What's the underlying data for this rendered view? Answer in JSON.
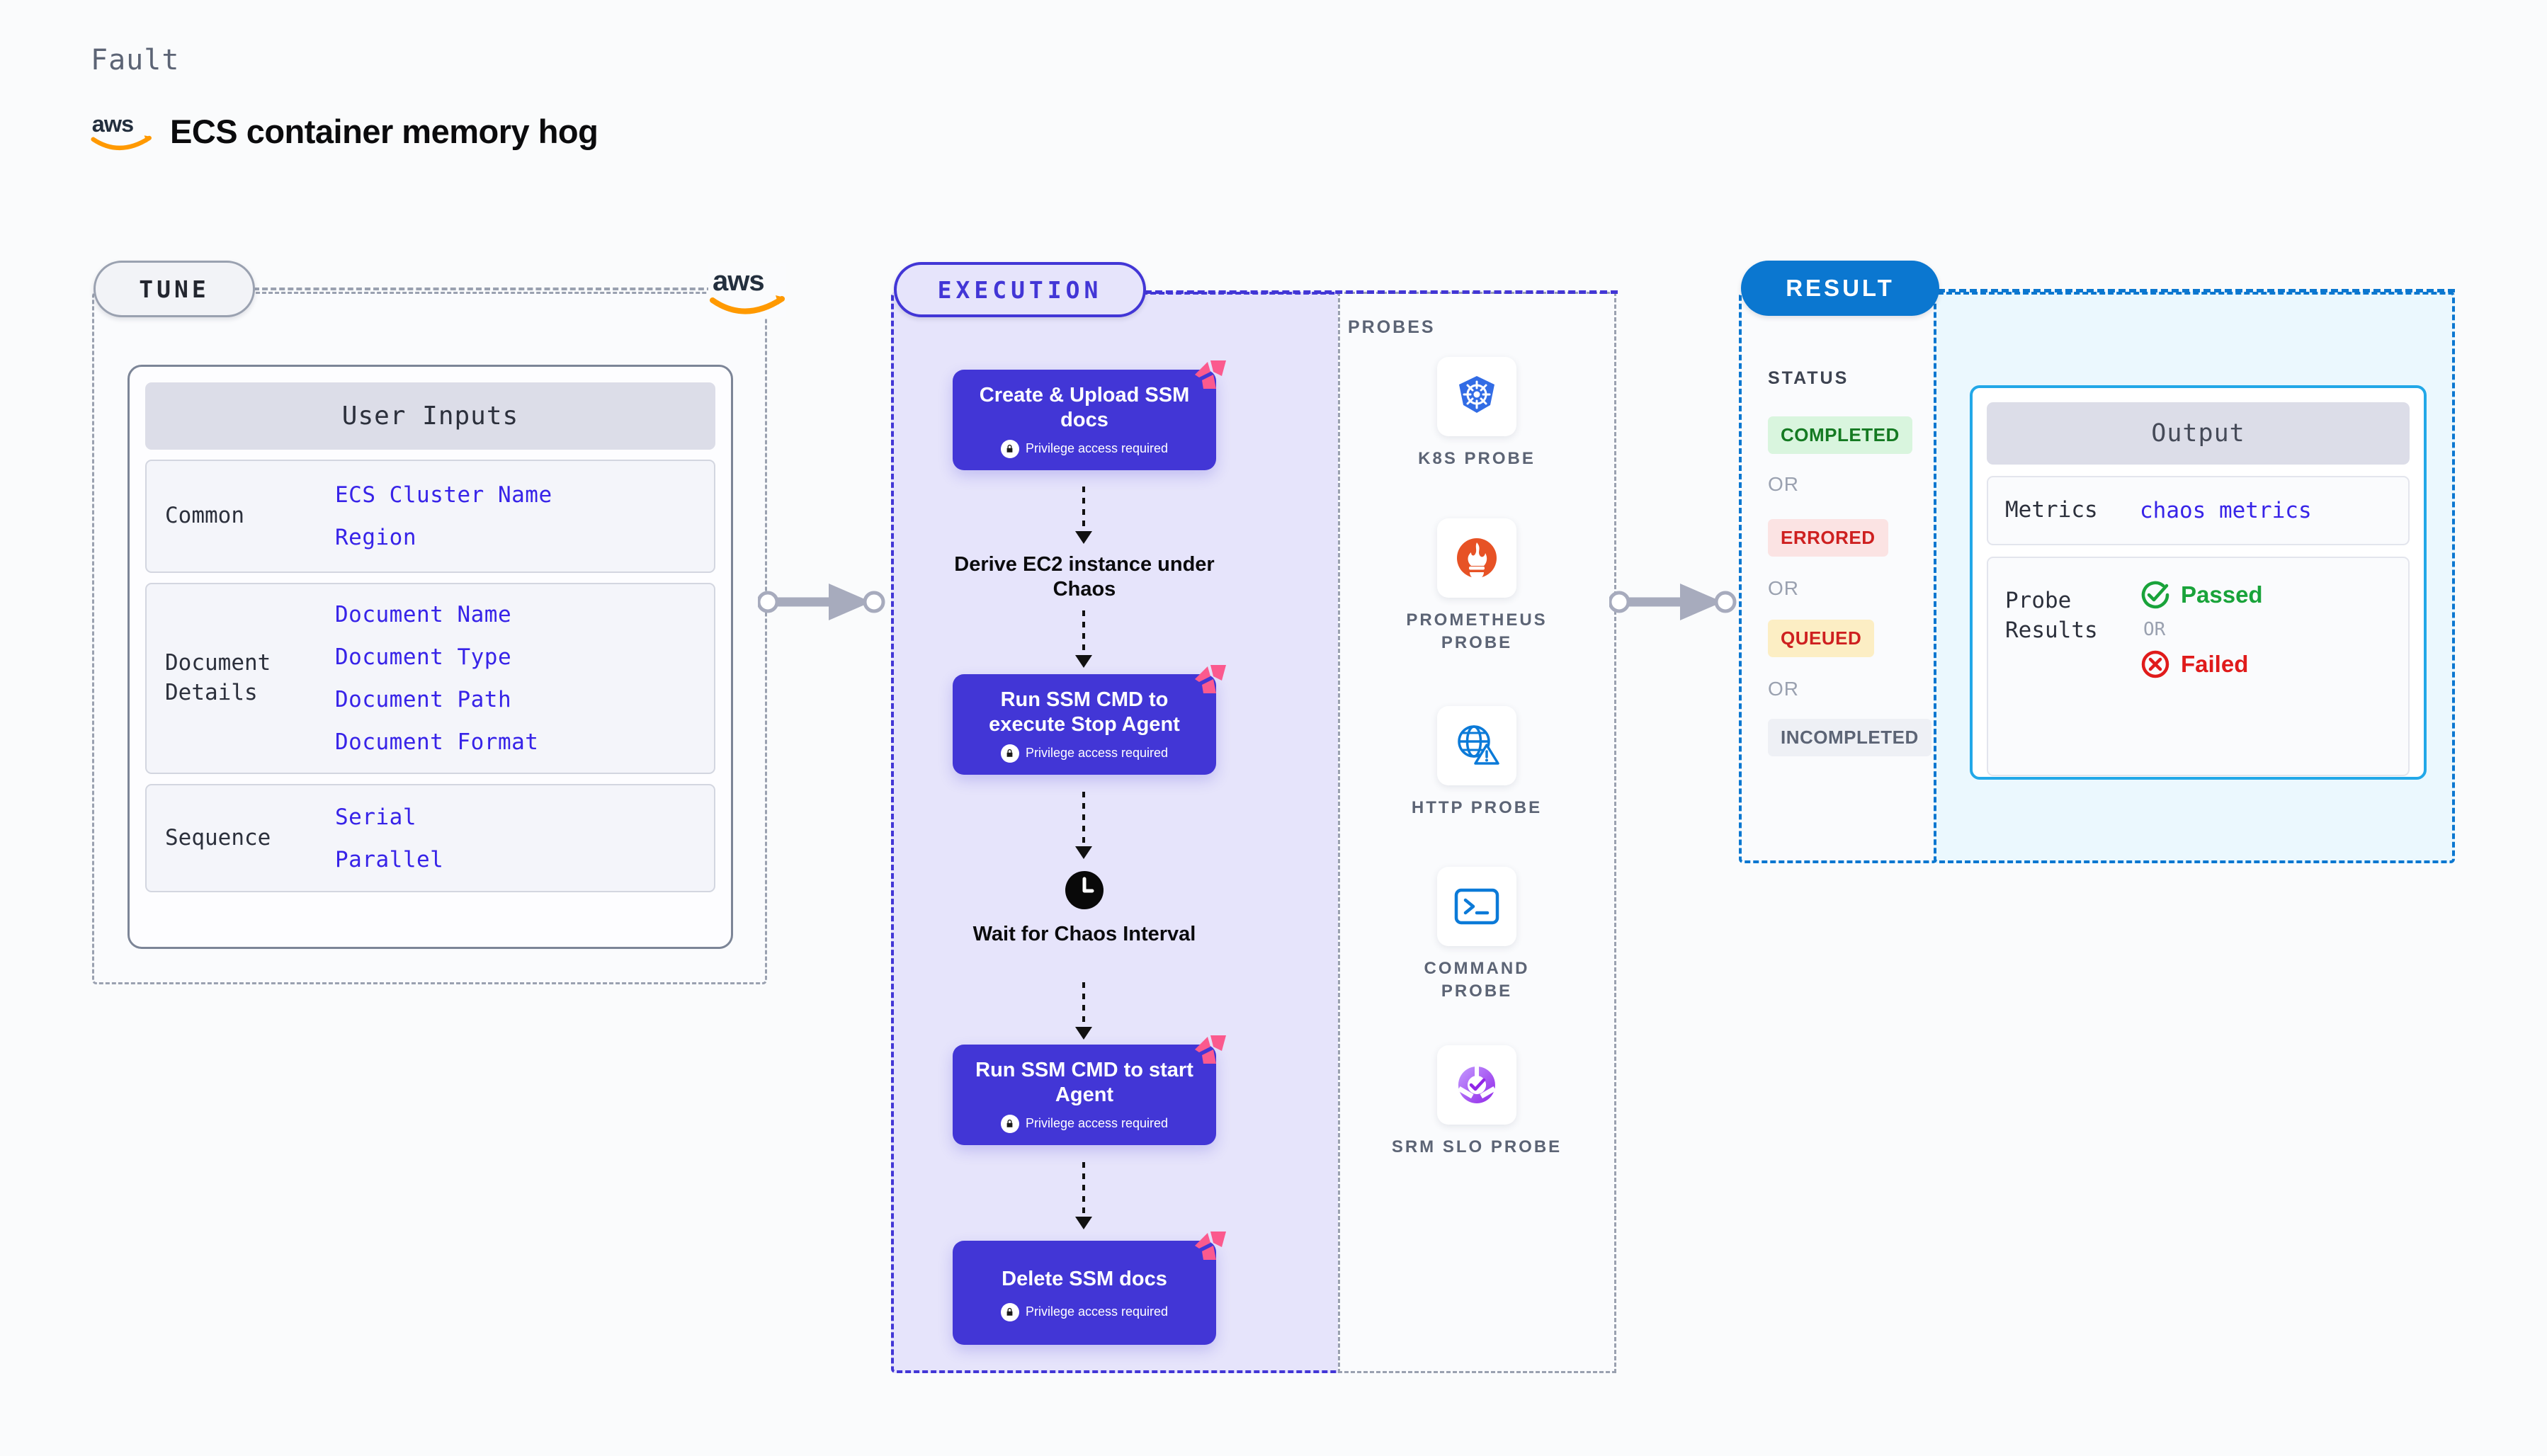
{
  "header": {
    "kicker": "Fault",
    "title": "ECS container memory hog",
    "logo": "aws-logo"
  },
  "tune": {
    "pill_label": "TUNE",
    "provider_logo": "aws-logo",
    "card_title": "User Inputs",
    "groups": [
      {
        "label": "Common",
        "values": [
          "ECS Cluster Name",
          "Region"
        ]
      },
      {
        "label": "Document\nDetails",
        "values": [
          "Document Name",
          "Document Type",
          "Document Path",
          "Document Format"
        ]
      },
      {
        "label": "Sequence",
        "values": [
          "Serial",
          "Parallel"
        ]
      }
    ]
  },
  "execution": {
    "pill_label": "EXECUTION",
    "privilege_text": "Privilege access required",
    "steps": [
      {
        "type": "node",
        "title": "Create & Upload SSM docs",
        "privilege": true,
        "badge": "harness-badge"
      },
      {
        "type": "text",
        "title": "Derive EC2 instance under Chaos"
      },
      {
        "type": "node",
        "title": "Run SSM CMD to execute Stop Agent",
        "privilege": true,
        "badge": "harness-badge"
      },
      {
        "type": "text-icon",
        "title": "Wait for Chaos Interval",
        "icon": "clock-icon"
      },
      {
        "type": "node",
        "title": "Run SSM CMD to start Agent",
        "privilege": true,
        "badge": "harness-badge"
      },
      {
        "type": "node",
        "title": "Delete SSM docs",
        "privilege": true,
        "badge": "harness-badge"
      }
    ]
  },
  "probes": {
    "label": "PROBES",
    "items": [
      {
        "name": "K8S PROBE",
        "icon": "kubernetes-icon"
      },
      {
        "name": "PROMETHEUS PROBE",
        "icon": "prometheus-icon"
      },
      {
        "name": "HTTP PROBE",
        "icon": "http-globe-icon"
      },
      {
        "name": "COMMAND PROBE",
        "icon": "terminal-icon"
      },
      {
        "name": "SRM SLO PROBE",
        "icon": "srm-slo-icon"
      }
    ]
  },
  "result": {
    "pill_label": "RESULT",
    "status_label": "STATUS",
    "or_label": "OR",
    "statuses": [
      {
        "label": "COMPLETED",
        "bg": "#d9f5de",
        "fg": "#157a22"
      },
      {
        "label": "ERRORED",
        "bg": "#fbe3e3",
        "fg": "#ce2020"
      },
      {
        "label": "QUEUED",
        "bg": "#fceec4",
        "fg": "#ce2020"
      },
      {
        "label": "INCOMPLETED",
        "bg": "#eef0f5",
        "fg": "#5c6475"
      }
    ]
  },
  "output": {
    "card_title": "Output",
    "metrics_label": "Metrics",
    "metrics_value": "chaos metrics",
    "probe_results_label": "Probe\nResults",
    "or_label": "OR",
    "passed_label": "Passed",
    "failed_label": "Failed",
    "passed_color": "#19a33a",
    "failed_color": "#e01b1b"
  },
  "connectors": [
    {
      "name": "tune-to-execution"
    },
    {
      "name": "execution-to-result"
    }
  ]
}
